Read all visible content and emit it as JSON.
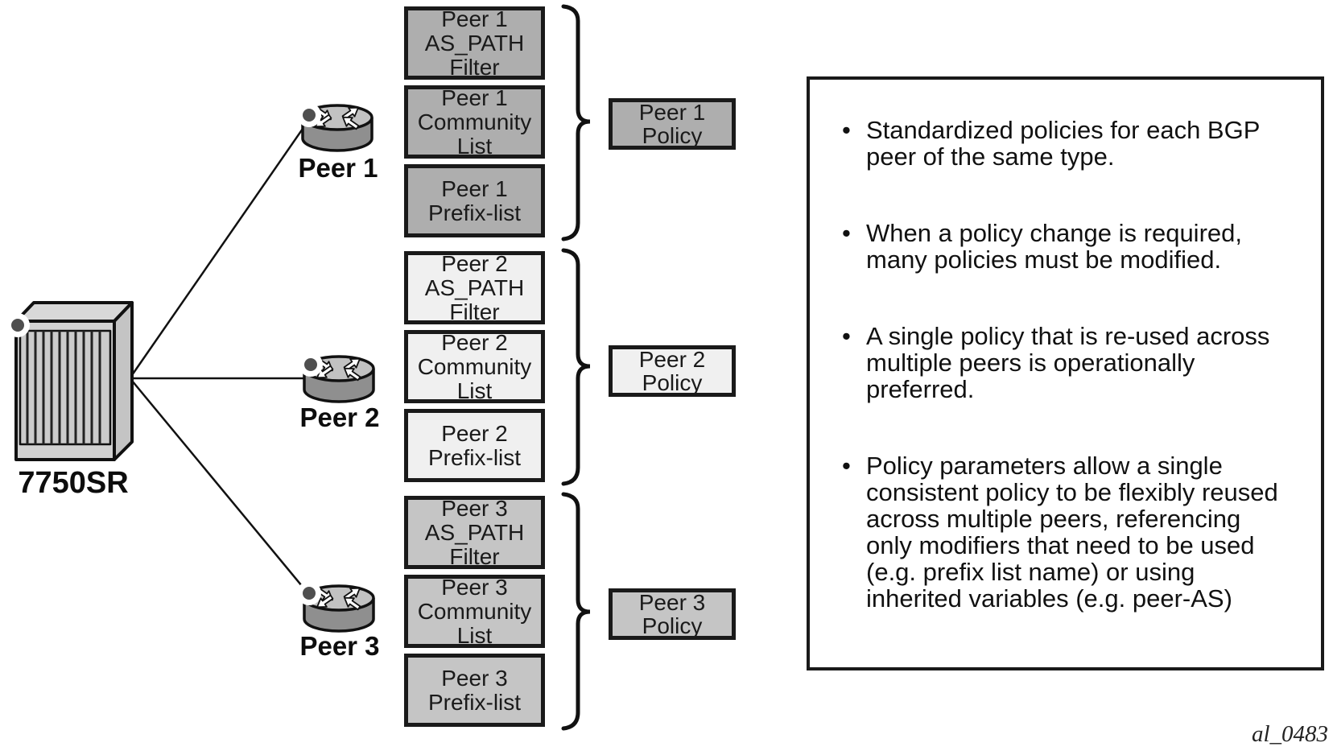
{
  "figure_id": "al_0483",
  "bullet_char": "•",
  "device": {
    "label": "7750SR"
  },
  "groups": [
    {
      "peer_label": "Peer 1",
      "fill": "#aeaeae",
      "boxes": [
        {
          "text": "Peer 1\nAS_PATH\nFilter"
        },
        {
          "text": "Peer 1\nCommunity\nList"
        },
        {
          "text": "Peer 1\nPrefix-list"
        }
      ],
      "policy": {
        "text": "Peer 1\nPolicy"
      }
    },
    {
      "peer_label": "Peer 2",
      "fill": "#f0f0f0",
      "boxes": [
        {
          "text": "Peer 2\nAS_PATH\nFilter"
        },
        {
          "text": "Peer 2\nCommunity\nList"
        },
        {
          "text": "Peer 2\nPrefix-list"
        }
      ],
      "policy": {
        "text": "Peer 2\nPolicy"
      }
    },
    {
      "peer_label": "Peer 3",
      "fill": "#c5c5c5",
      "boxes": [
        {
          "text": "Peer 3\nAS_PATH\nFilter"
        },
        {
          "text": "Peer 3\nCommunity\nList"
        },
        {
          "text": "Peer 3\nPrefix-list"
        }
      ],
      "policy": {
        "text": "Peer 3\nPolicy"
      }
    }
  ],
  "notes_panel": {
    "bullets": [
      "Standardized policies for each BGP peer of the same type.",
      "When a policy change is required, many policies must be modified.",
      "A single policy that is re-used across multiple peers is operationally preferred.",
      "Policy parameters allow a single consistent policy to be flexibly reused across multiple peers, referencing only modifiers that need to be used (e.g. prefix list name) or using inherited variables (e.g. peer-AS)"
    ]
  }
}
